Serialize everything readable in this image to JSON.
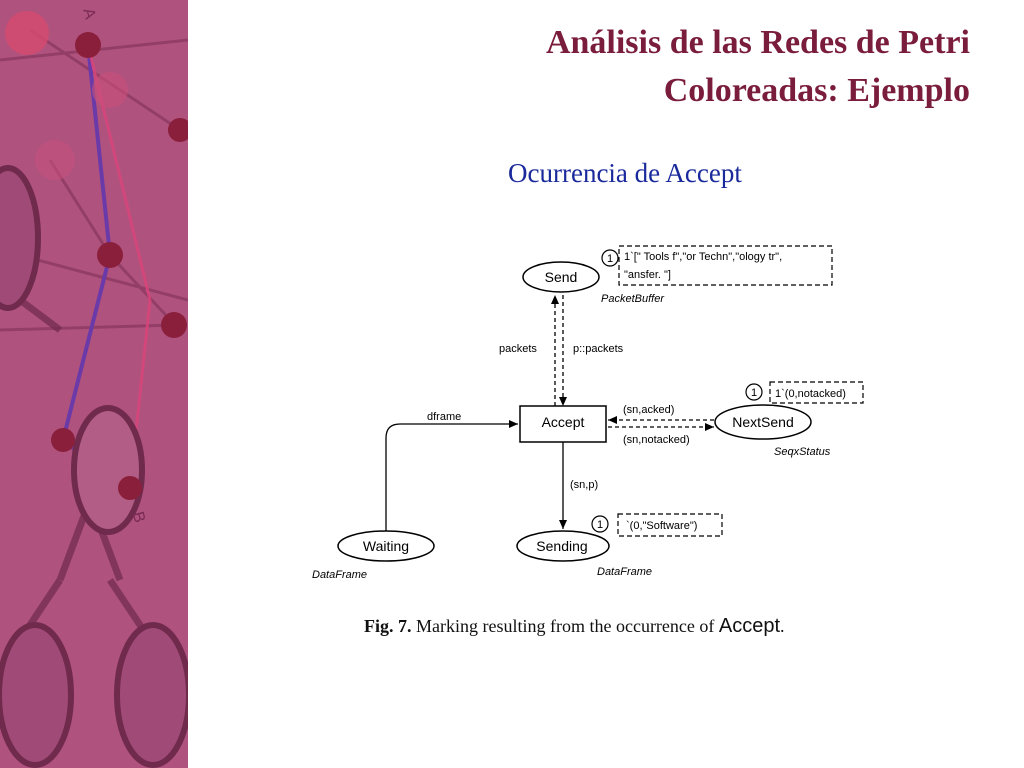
{
  "slide": {
    "title_line1": "Análisis de las Redes de Petri",
    "title_line2": "Coloreadas: Ejemplo",
    "subtitle": "Ocurrencia de Accept"
  },
  "colors": {
    "title": "#7a1c3b",
    "subtitle": "#1a2a9c",
    "sidebar_bg": "#b0527e"
  },
  "sidebar_labels": {
    "node_a": "A",
    "node_b": "B"
  },
  "diagram": {
    "places": {
      "send": {
        "name": "Send",
        "type": "PacketBuffer",
        "token_count": "1",
        "marking_line1": "1`[\" Tools f\",\"or Techn\",\"ology tr\",",
        "marking_line2": "\"ansfer. \"]"
      },
      "nextsend": {
        "name": "NextSend",
        "type": "SeqxStatus",
        "token_count": "1",
        "marking": "1`(0,notacked)"
      },
      "waiting": {
        "name": "Waiting",
        "type": "DataFrame"
      },
      "sending": {
        "name": "Sending",
        "type": "DataFrame",
        "token_count": "1",
        "marking": "`(0,\"Software\")"
      }
    },
    "transition": {
      "name": "Accept"
    },
    "arcs": {
      "packets": "packets",
      "p_packets": "p::packets",
      "sn_acked": "(sn,acked)",
      "sn_notacked": "(sn,notacked)",
      "dframe": "dframe",
      "sn_p": "(sn,p)"
    }
  },
  "caption": {
    "fig_label": "Fig. 7.",
    "text": "Marking resulting from the occurrence of",
    "accept": "Accept",
    "period": "."
  }
}
